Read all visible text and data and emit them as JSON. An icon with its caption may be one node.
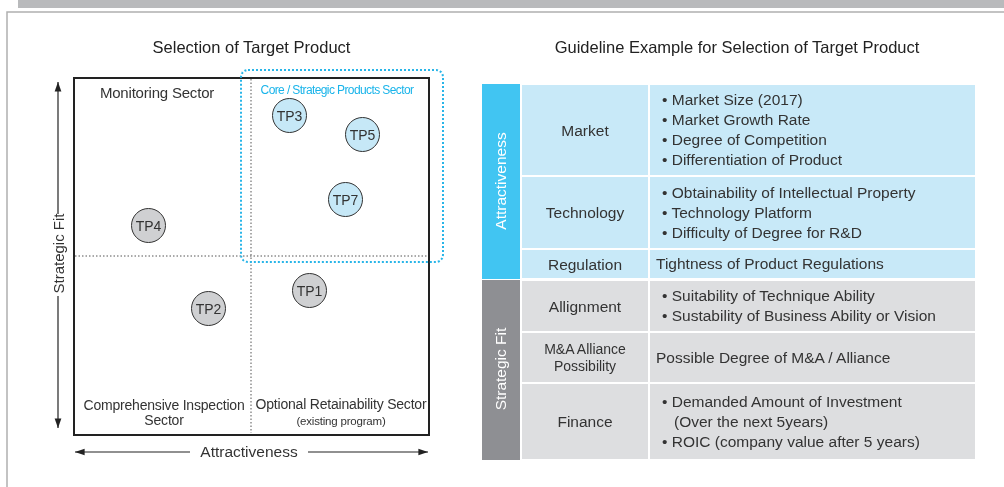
{
  "diagram": {
    "nodes": [
      {
        "text": [
          "Monitoring Sector",
          "Comprehensive Inspection Sector",
          "Optional Retainability Sector",
          "(existing program)"
        ]
      },
      {
        "text": [
          "Core / Strategic Products Sector"
        ]
      },
      {
        "text": [
          "TP3"
        ],
        "in": 1
      },
      {
        "text": [
          "TP5"
        ],
        "in": 1
      },
      {
        "text": [
          "TP7"
        ],
        "in": 1
      },
      {
        "text": [
          "TP4"
        ],
        "in": 0
      },
      {
        "text": [
          "TP2"
        ],
        "in": 0
      },
      {
        "text": [
          "TP1"
        ],
        "in": 0
      }
    ],
    "edges": [],
    "labels": [
      "Selection of Target Product",
      "Guideline Example for Selection of Target Product",
      "Strategic Fit",
      "Attractiveness",
      "Attractiveness",
      "Market",
      "• Market Size (2017)",
      "• Market Growth Rate",
      "• Degree of Competition",
      "• Differentiation of Product",
      "Technology",
      "• Obtainability of Intellectual Property",
      "• Technology Platform",
      "• Difficulty of Degree for R&D",
      "Regulation",
      "Tightness of Product Regulations",
      "Strategic Fit",
      "Allignment",
      "• Suitability of Technique Ability",
      "• Sustability of Business Ability or Vision",
      "M&A Alliance Possibility",
      "Possible Degree of M&A / Alliance",
      "Finance",
      "• Demanded Amount of Investment (Over the next 5years)",
      "• ROIC (company value after 5 years)"
    ]
  }
}
